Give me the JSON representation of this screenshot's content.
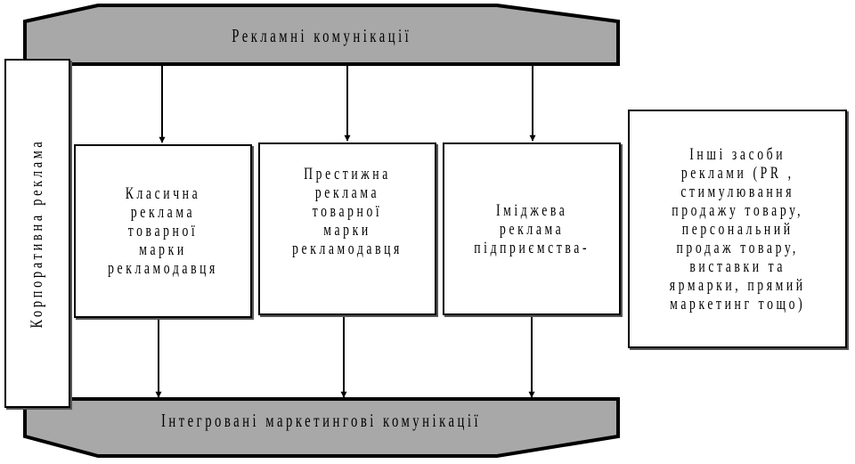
{
  "top_band": {
    "label": "Рекламні комунікації"
  },
  "bottom_band": {
    "label": "Інтегровані маркетингові комунікації"
  },
  "side_box": {
    "label": "Корпоративна реклама"
  },
  "boxes": [
    {
      "label": "Класична\nреклама\nтоварної\nмарки\nрекламодавця"
    },
    {
      "label": "Престижна\nреклама\nтоварної\nмарки\nрекламодавця"
    },
    {
      "label": "Іміджева\nреклама\nпідприємства-"
    }
  ],
  "other_box": {
    "label": "Інші засоби\nреклами (PR ,\nстимулювання\nпродажу товару,\nперсональний\nпродаж товару,\nвиставки та\nярмарки, прямий\nмаркетинг тощо)"
  },
  "colors": {
    "band_fill": "#a8a8a8",
    "stroke": "#000000"
  }
}
